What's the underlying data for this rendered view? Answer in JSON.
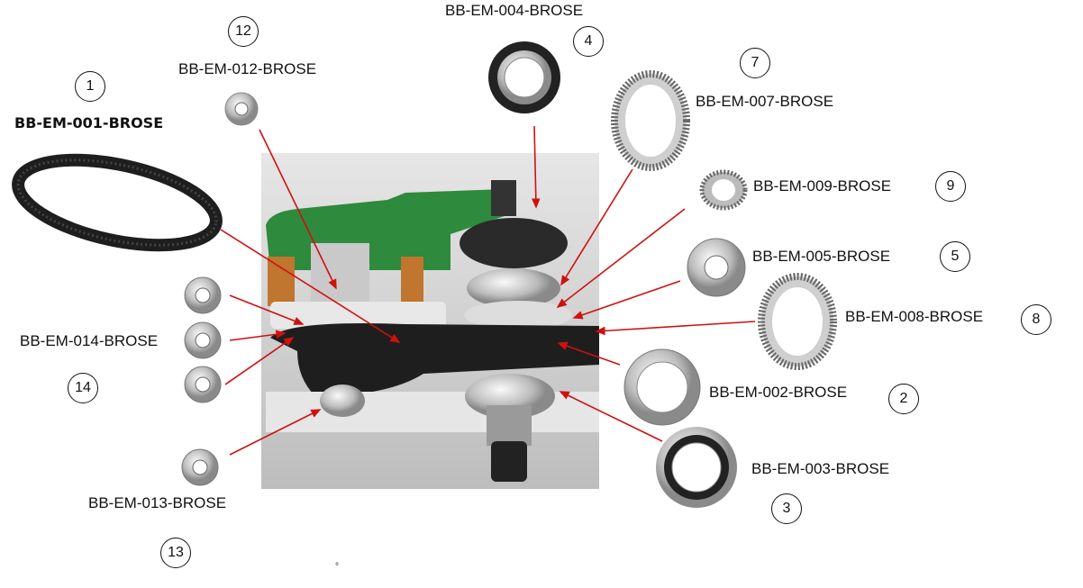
{
  "title_parts": [
    {
      "id": "001",
      "label": "BB-EM-001-BROSE",
      "number": "1"
    },
    {
      "id": "002",
      "label": "BB-EM-002-BROSE",
      "number": "2"
    },
    {
      "id": "003",
      "label": "BB-EM-003-BROSE",
      "number": "3"
    },
    {
      "id": "004",
      "label": "BB-EM-004-BROSE",
      "number": "4"
    },
    {
      "id": "005",
      "label": "BB-EM-005-BROSE",
      "number": "5"
    },
    {
      "id": "007",
      "label": "BB-EM-007-BROSE",
      "number": "7"
    },
    {
      "id": "008",
      "label": "BB-EM-008-BROSE",
      "number": "8"
    },
    {
      "id": "009",
      "label": "BB-EM-009-BROSE",
      "number": "9"
    },
    {
      "id": "012",
      "label": "BB-EM-012-BROSE",
      "number": "12"
    },
    {
      "id": "013",
      "label": "BB-EM-013-BROSE",
      "number": "13"
    },
    {
      "id": "014",
      "label": "BB-EM-014-BROSE",
      "number": "14"
    }
  ],
  "stray_mark": "°",
  "colors": {
    "arrow": "#d01010",
    "pcb": "#2e8a3c",
    "belt": "#1e1e1e",
    "backdrop": "#d2d2d2"
  }
}
